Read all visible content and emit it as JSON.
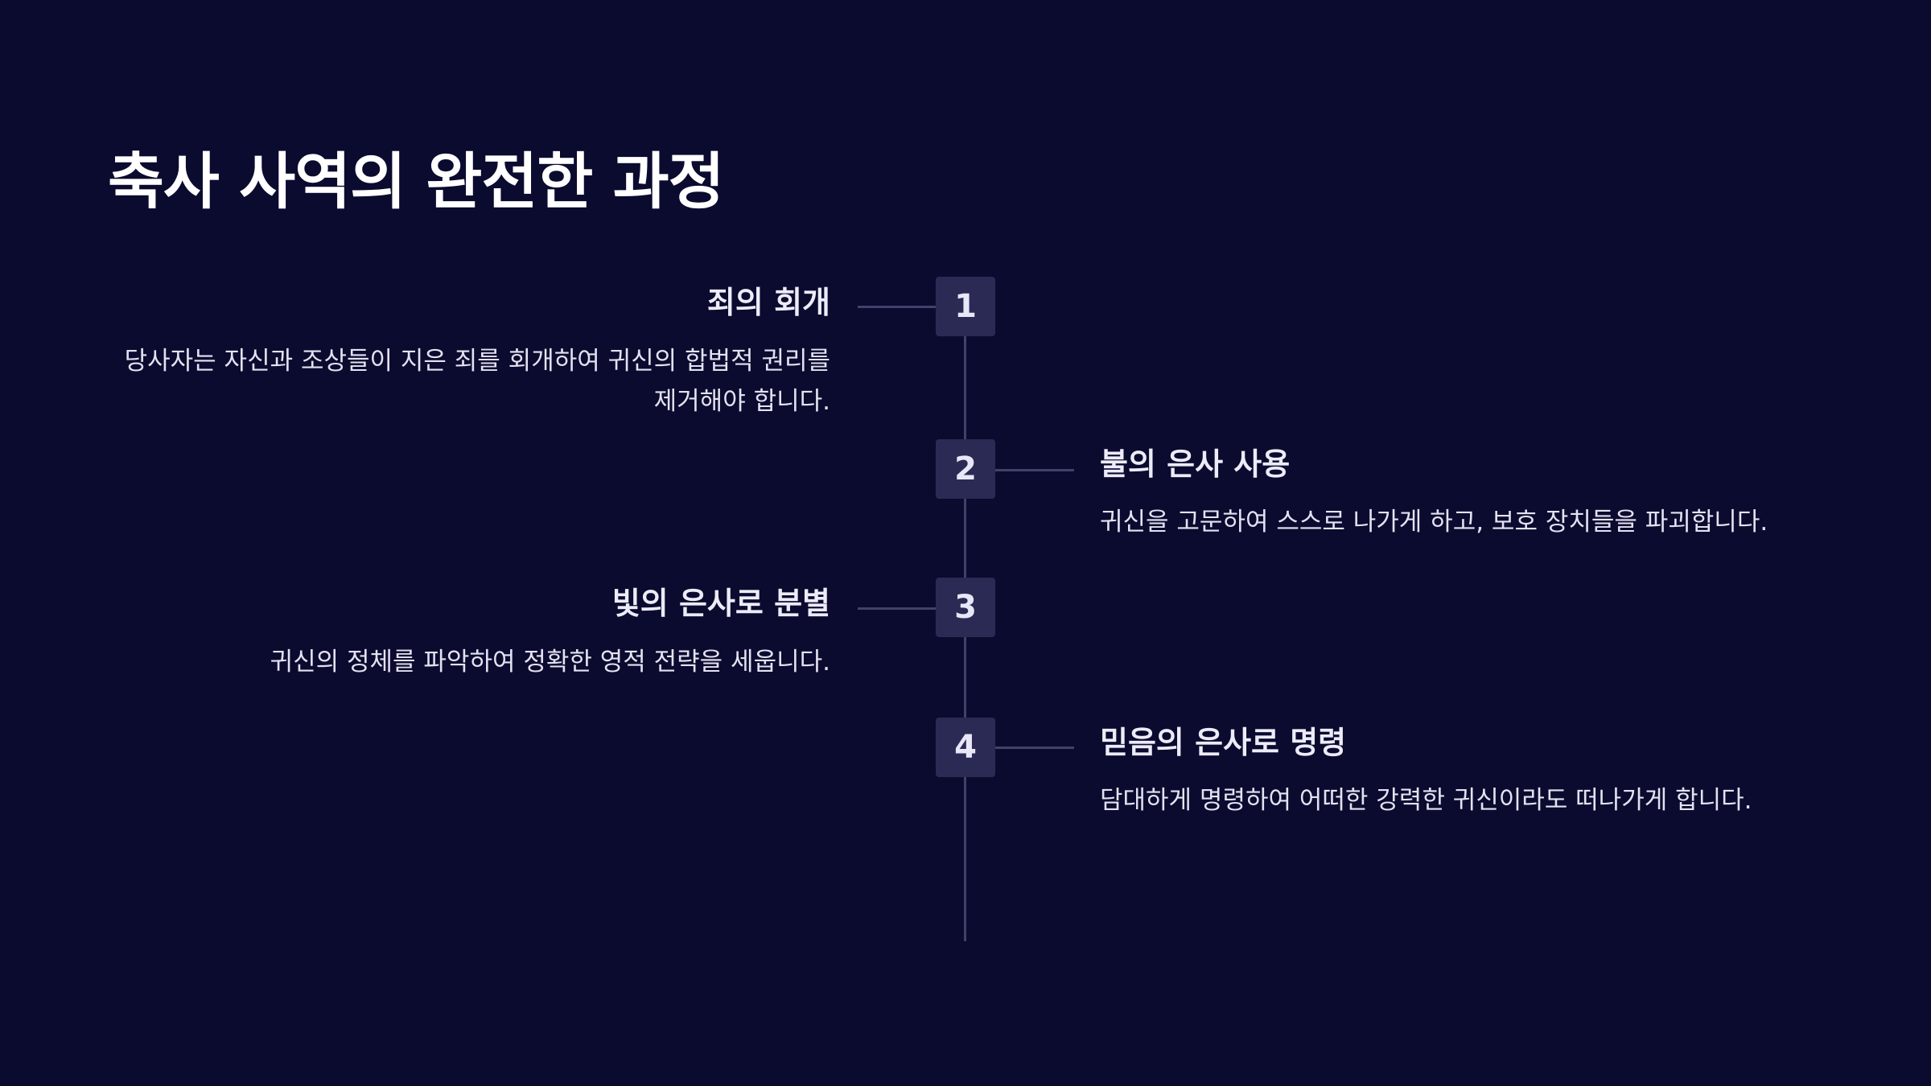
{
  "title": "축사 사역의 완전한 과정",
  "steps": [
    {
      "number": "1",
      "heading": "죄의 회개",
      "description": "당사자는 자신과 조상들이 지은 죄를 회개하여 귀신의 합법적 권리를 제거해야 합니다."
    },
    {
      "number": "2",
      "heading": "불의 은사 사용",
      "description": "귀신을 고문하여 스스로 나가게 하고, 보호 장치들을 파괴합니다."
    },
    {
      "number": "3",
      "heading": "빛의 은사로 분별",
      "description": "귀신의 정체를 파악하여 정확한 영적 전략을 세웁니다."
    },
    {
      "number": "4",
      "heading": "믿음의 은사로 명령",
      "description": "담대하게 명령하여 어떠한 강력한 귀신이라도 떠나가게 합니다."
    }
  ]
}
